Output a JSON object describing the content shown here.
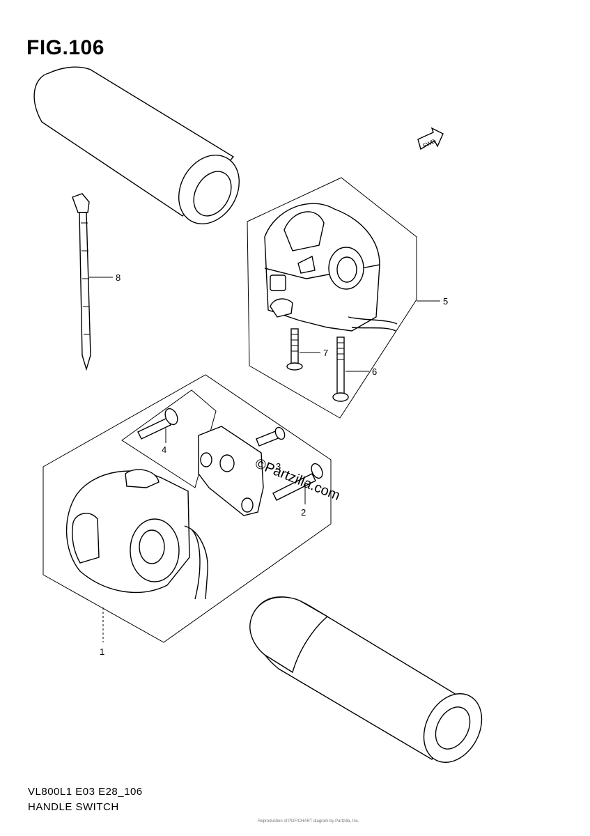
{
  "figure": {
    "title": "FIG.106",
    "model_code": "VL800L1 E03 E28_106",
    "section_name": "HANDLE SWITCH",
    "fwd_label": "FWD",
    "watermark": "©Partzilla.com",
    "tiny_note": "Reproduction of PDF/CHART diagram by Partzilla, Inc."
  },
  "callouts": [
    {
      "id": "1",
      "label": "1"
    },
    {
      "id": "2",
      "label": "2"
    },
    {
      "id": "3",
      "label": "3"
    },
    {
      "id": "4",
      "label": "4"
    },
    {
      "id": "5",
      "label": "5"
    },
    {
      "id": "6",
      "label": "6"
    },
    {
      "id": "7",
      "label": "7"
    },
    {
      "id": "8",
      "label": "8"
    }
  ]
}
